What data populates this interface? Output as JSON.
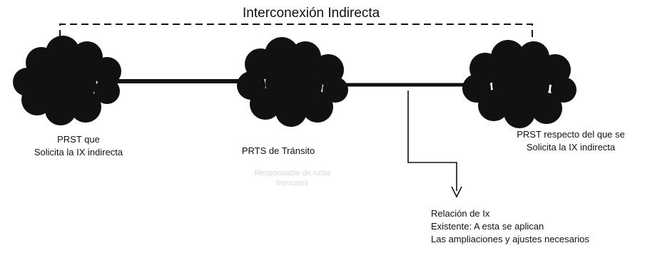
{
  "title": "Interconexión Indirecta",
  "nodes": [
    {
      "line1": "PRST que",
      "line2": "Solicita la IX indirecta"
    },
    {
      "line1": "PRTS de Tránsito",
      "faint1": "Responsable de rutas",
      "faint2": "troncales"
    },
    {
      "line1": "PRST respecto del que se",
      "line2": "Solicita la IX indirecta"
    }
  ],
  "relation": {
    "line1": "Relación de Ix",
    "line2": "Existente:  A esta se aplican",
    "line3": "Las ampliaciones y ajustes necesarios"
  },
  "colors": {
    "ink": "#111111",
    "faint": "#d9d9d9"
  }
}
